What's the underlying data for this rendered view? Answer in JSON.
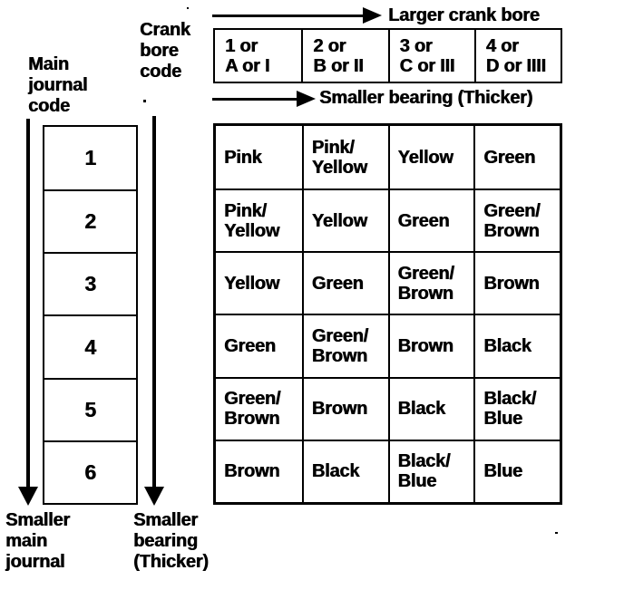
{
  "page": {
    "background": "#ffffff",
    "ink": "#000000"
  },
  "labels": {
    "main_journal_code": "Main\njournal\ncode",
    "crank_bore_code": "Crank\nbore\ncode",
    "larger_crank_bore": "Larger crank bore",
    "smaller_bearing_thicker_top": "Smaller bearing (Thicker)",
    "smaller_main_journal": "Smaller\nmain\njournal",
    "smaller_bearing_thicker_bottom": "Smaller\nbearing\n(Thicker)"
  },
  "crank_bore_header": {
    "cells": [
      "1 or\nA or I",
      "2 or\nB or II",
      "3 or\nC or III",
      "4 or\nD or IIII"
    ]
  },
  "main_journal_rows": [
    "1",
    "2",
    "3",
    "4",
    "5",
    "6"
  ],
  "bearing_table": {
    "rows": [
      [
        "Pink",
        "Pink/\nYellow",
        "Yellow",
        "Green"
      ],
      [
        "Pink/\nYellow",
        "Yellow",
        "Green",
        "Green/\nBrown"
      ],
      [
        "Yellow",
        "Green",
        "Green/\nBrown",
        "Brown"
      ],
      [
        "Green",
        "Green/\nBrown",
        "Brown",
        "Black"
      ],
      [
        "Green/\nBrown",
        "Brown",
        "Black",
        "Black/\nBlue"
      ],
      [
        "Brown",
        "Black",
        "Black/\nBlue",
        "Blue"
      ]
    ]
  }
}
